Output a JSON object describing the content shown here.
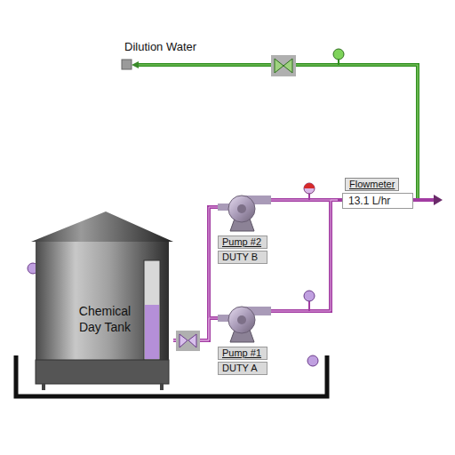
{
  "diagram": {
    "nodes": [
      {
        "text": [
          "Flowmeter",
          "13.1 L/hr"
        ]
      },
      {
        "text": [
          "Pump #2",
          "DUTY B"
        ]
      },
      {
        "text": [
          "Chemical Day Tank"
        ]
      },
      {
        "text": [
          "Pump #1",
          "DUTY A"
        ]
      }
    ],
    "edges": [
      {
        "from": 2,
        "to": 1,
        "arrow": "none"
      },
      {
        "from": 2,
        "to": 3,
        "arrow": "none"
      },
      {
        "from": 1,
        "to": 0,
        "arrow": "none"
      },
      {
        "from": 3,
        "to": 0,
        "arrow": "none"
      }
    ],
    "labels": [
      "Dilution Water"
    ]
  }
}
